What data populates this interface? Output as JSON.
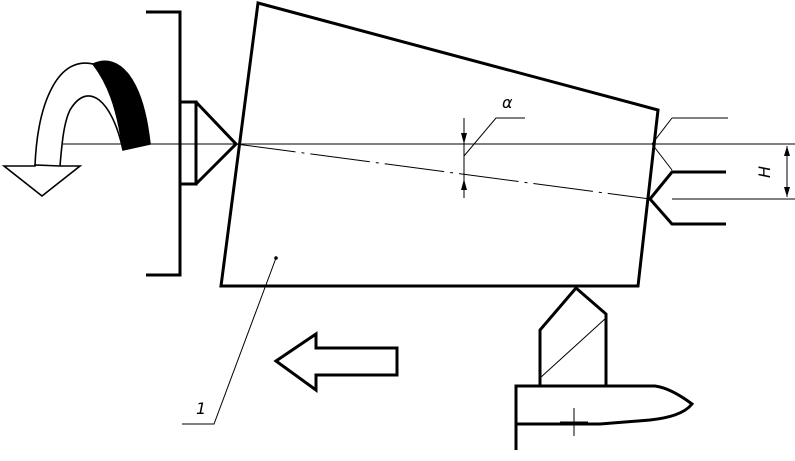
{
  "labels": {
    "angle": "α",
    "offset": "H",
    "part_number": "1"
  },
  "colors": {
    "line": "#000000",
    "background": "#ffffff"
  },
  "icons": {
    "rotation": "rotation-arrow-icon",
    "feed": "feed-arrow-icon",
    "center": "lathe-center-icon",
    "cutter": "cutting-tool-icon"
  }
}
